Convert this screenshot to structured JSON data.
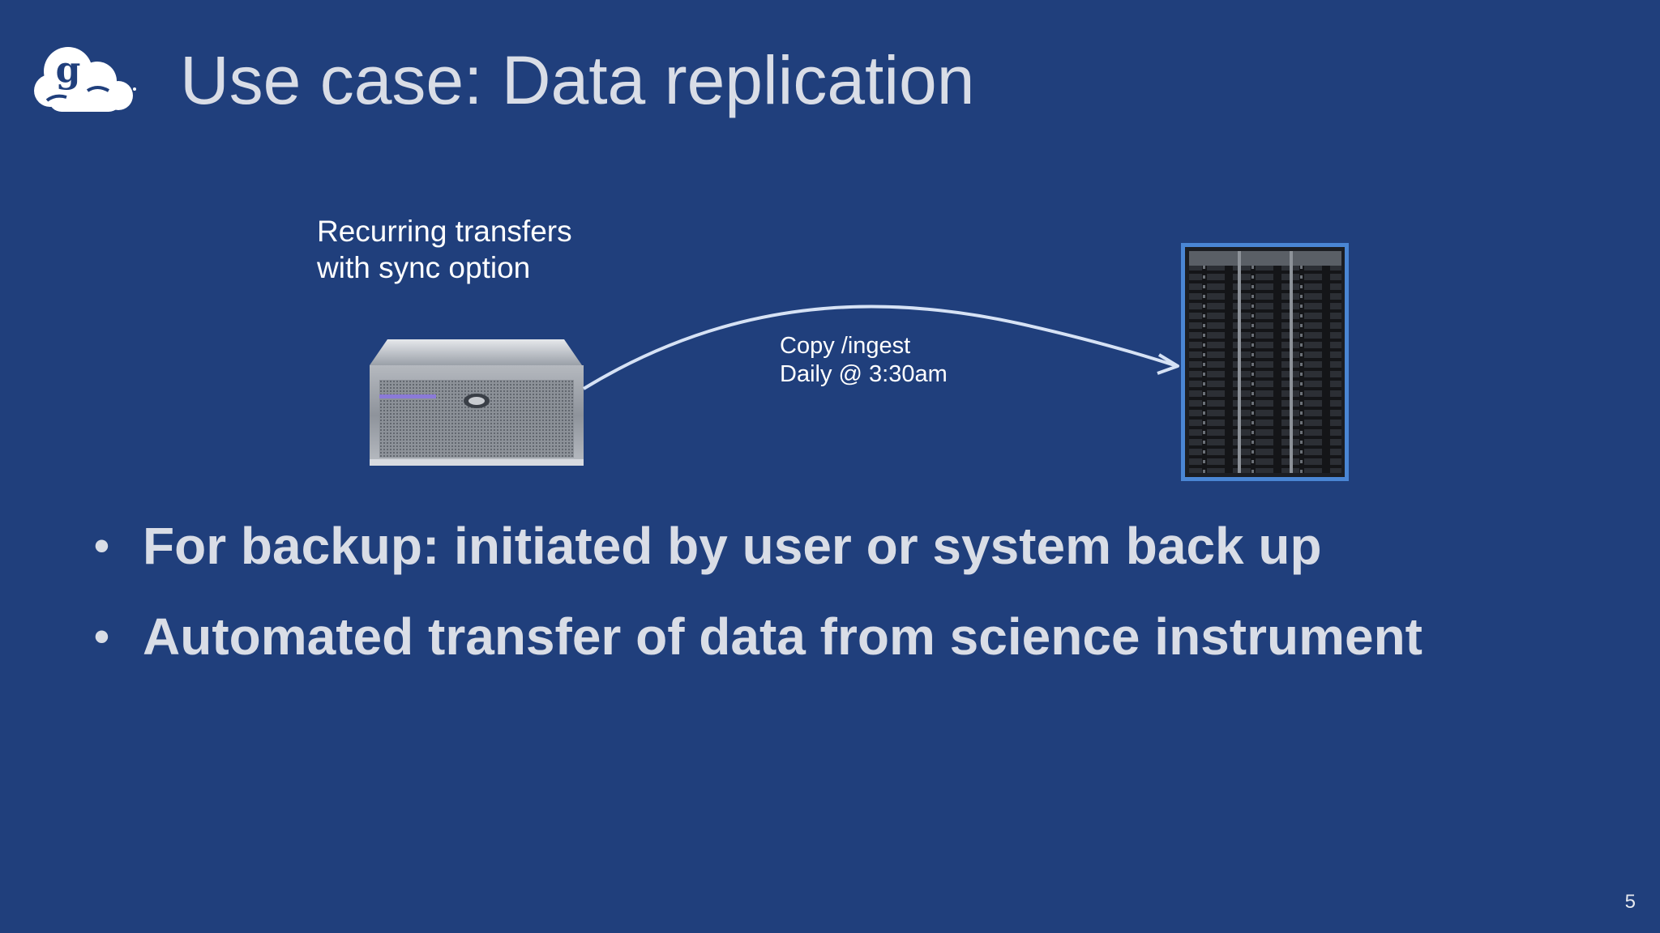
{
  "slide": {
    "title": "Use case: Data replication",
    "logo_icon": "globus-cloud-logo-icon",
    "recurring_note": {
      "line1": "Recurring transfers",
      "line2": "with sync option"
    },
    "copy_note": {
      "line1": "Copy /ingest",
      "line2": "Daily @ 3:30am"
    },
    "source_icon": "server-icon",
    "destination_icon": "storage-rack-icon",
    "arrow_icon": "curved-arrow-icon",
    "bullets": [
      "For backup: initiated by user or system back up",
      "Automated transfer of data from science instrument"
    ],
    "bullet_glyph": "•",
    "page_number": "5"
  },
  "colors": {
    "background": "#203f7c",
    "title_text": "#d9dde6",
    "note_text": "#ffffff",
    "rack_border": "#4a86d4",
    "arrow": "#d6e2f5"
  }
}
